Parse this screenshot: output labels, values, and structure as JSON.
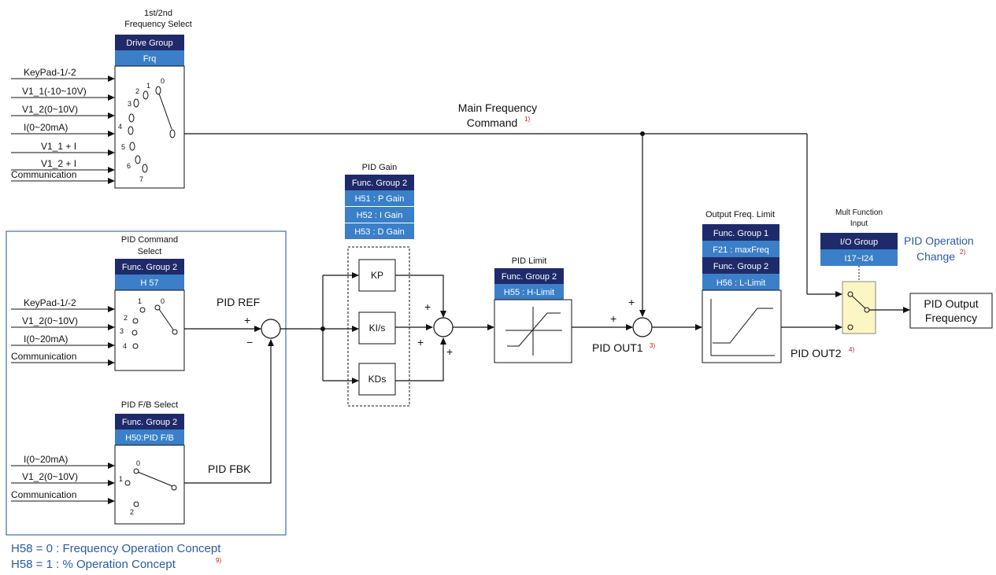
{
  "freq_select": {
    "title_1": "1st/2nd",
    "title_2": "Frequency Select",
    "group": "Drive Group",
    "param": "Frq",
    "inputs": [
      "KeyPad-1/-2",
      "V1_1(-10~10V)",
      "V1_2(0~10V)",
      "I(0~20mA)",
      "V1_1 + I",
      "V1_2 + I",
      "Communication"
    ],
    "positions": [
      "0",
      "1",
      "2",
      "3",
      "4",
      "5",
      "6",
      "7"
    ]
  },
  "main_freq": {
    "label_1": "Main Frequency",
    "label_2": "Command",
    "note": "1)"
  },
  "pid_cmd": {
    "title_1": "PID Command",
    "title_2": "Select",
    "group": "Func. Group 2",
    "param": "H 57",
    "inputs": [
      "KeyPad-1/-2",
      "V1_2(0~10V)",
      "I(0~20mA)",
      "Communication"
    ],
    "positions": [
      "0",
      "1",
      "2",
      "3",
      "4"
    ]
  },
  "pid_fb": {
    "title": "PID F/B Select",
    "group": "Func. Group 2",
    "param": "H50:PID F/B",
    "inputs": [
      "I(0~20mA)",
      "V1_2(0~10V)",
      "Communication"
    ],
    "positions": [
      "0",
      "1",
      "2"
    ]
  },
  "pid_ref": "PID REF",
  "pid_fbk": "PID FBK",
  "plus": "+",
  "minus": "−",
  "pid_gain": {
    "title": "PID Gain",
    "group": "Func. Group 2",
    "items": [
      "H51 : P Gain",
      "H52 : I Gain",
      "H53 : D Gain"
    ],
    "blocks": [
      "KP",
      "KI/s",
      "KDs"
    ]
  },
  "pid_limit": {
    "title": "PID Limit",
    "group": "Func. Group 2",
    "param": "H55 : H-Limit"
  },
  "pid_out1": {
    "label": "PID OUT1",
    "note": "3)"
  },
  "out_limit": {
    "title": "Output Freq. Limit",
    "group1": "Func. Group 1",
    "param1": "F21 : maxFreq",
    "group2": "Func. Group 2",
    "param2": "H56 : L-Limit"
  },
  "pid_out2": {
    "label": "PID OUT2",
    "note": "4)"
  },
  "mult_func": {
    "title_1": "Mult Function",
    "title_2": "Input",
    "group": "I/O Group",
    "param": "I17~I24"
  },
  "pid_op_change": {
    "line1": "PID Operation",
    "line2": "Change",
    "note": "2)"
  },
  "pid_output": {
    "line1": "PID Output",
    "line2": "Frequency"
  },
  "notes": {
    "line1": "H58 = 0 : Frequency Operation Concept",
    "line2": "H58 = 1 : % Operation Concept",
    "line2_note": "9)"
  }
}
